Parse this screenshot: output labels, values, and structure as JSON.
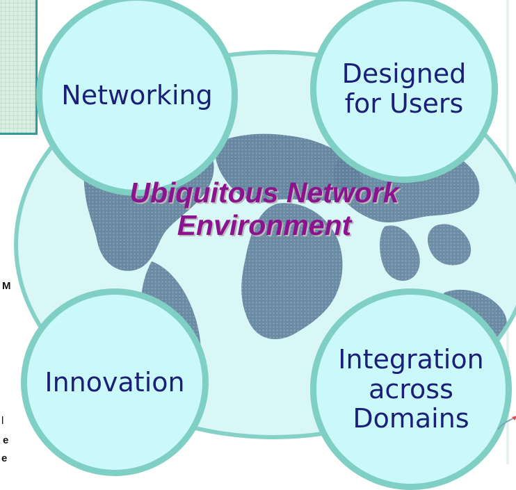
{
  "diagram": {
    "central_label": [
      "Ubiquitous Network",
      "Environment"
    ],
    "nodes": [
      {
        "id": "networking",
        "label": [
          "Networking"
        ]
      },
      {
        "id": "designed-for-users",
        "label": [
          "Designed",
          "for Users"
        ]
      },
      {
        "id": "innovation",
        "label": [
          "Innovation"
        ]
      },
      {
        "id": "integration-across-domains",
        "label": [
          "Integration",
          "across",
          "Domains"
        ]
      }
    ],
    "background": "world-map",
    "colors": {
      "circle_fill": "#cbf9f9",
      "circle_border": "#7fcfc4",
      "label_text": "#1a1f78",
      "title_text": "#8c138e",
      "map_fill": "#5f7f9b"
    }
  },
  "edge_fragments": {
    "left_text": [
      "M",
      "l",
      "e",
      "e"
    ]
  }
}
